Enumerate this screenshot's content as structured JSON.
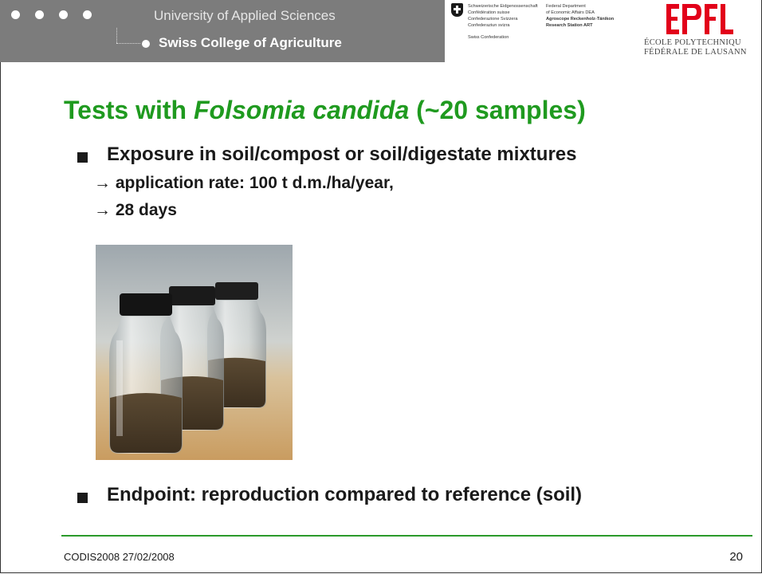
{
  "header": {
    "university": "University of Applied Sciences",
    "college": "Swiss College of Agriculture"
  },
  "confederation": {
    "lines_left": [
      "Schweizerische Eidgenossenschaft",
      "Confédération suisse",
      "Confederazione Svizzera",
      "Confederaziun svizra"
    ],
    "swiss_confederation": "Swiss Confederation",
    "dept_line1": "Federal Department",
    "dept_line2": "of Economic Affairs DEA",
    "research1": "Agroscope Reckenholz-Tänikon",
    "research2": "Research Station ART"
  },
  "epfl": {
    "logo_text": "EPFL",
    "line1": "ÉCOLE POLYTECHNIQU",
    "line2": "FÉDÉRALE DE LAUSANN"
  },
  "slide": {
    "title_prefix": "Tests with ",
    "title_species": "Folsomia candida",
    "title_suffix": " (~20 samples)",
    "bullet1": "Exposure in soil/compost or soil/digestate mixtures",
    "sub1": "→ application rate: 100 t d.m./ha/year,",
    "sub2": "→ 28 days",
    "bullet2": "Endpoint: reproduction compared to reference (soil)"
  },
  "footer": {
    "left": "CODIS2008 27/02/2008",
    "page_number": "20"
  },
  "colors": {
    "title_green": "#1f9a1f",
    "rule_green": "#2b9a2b",
    "header_gray": "#7c7c7c"
  }
}
